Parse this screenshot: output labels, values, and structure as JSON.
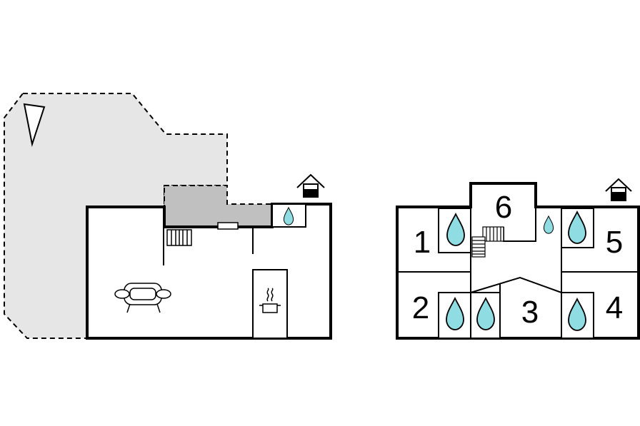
{
  "colors": {
    "terrace": "#e6e6e6",
    "covered_terrace": "#c0c0c0",
    "water_drop": "#8fdde3",
    "walls": "#000000"
  },
  "ground_floor": {
    "icons": [
      "north-arrow-icon",
      "house-entrance-icon",
      "sofa-icon",
      "kitchen-pot-icon",
      "stairs-icon",
      "bathroom-water-drop-icon"
    ]
  },
  "upper_floor": {
    "rooms": [
      {
        "label": "1"
      },
      {
        "label": "2"
      },
      {
        "label": "3"
      },
      {
        "label": "4"
      },
      {
        "label": "5"
      },
      {
        "label": "6"
      }
    ],
    "icons": [
      "house-entrance-icon",
      "stairs-icon",
      "bathroom-water-drop-icon"
    ]
  }
}
